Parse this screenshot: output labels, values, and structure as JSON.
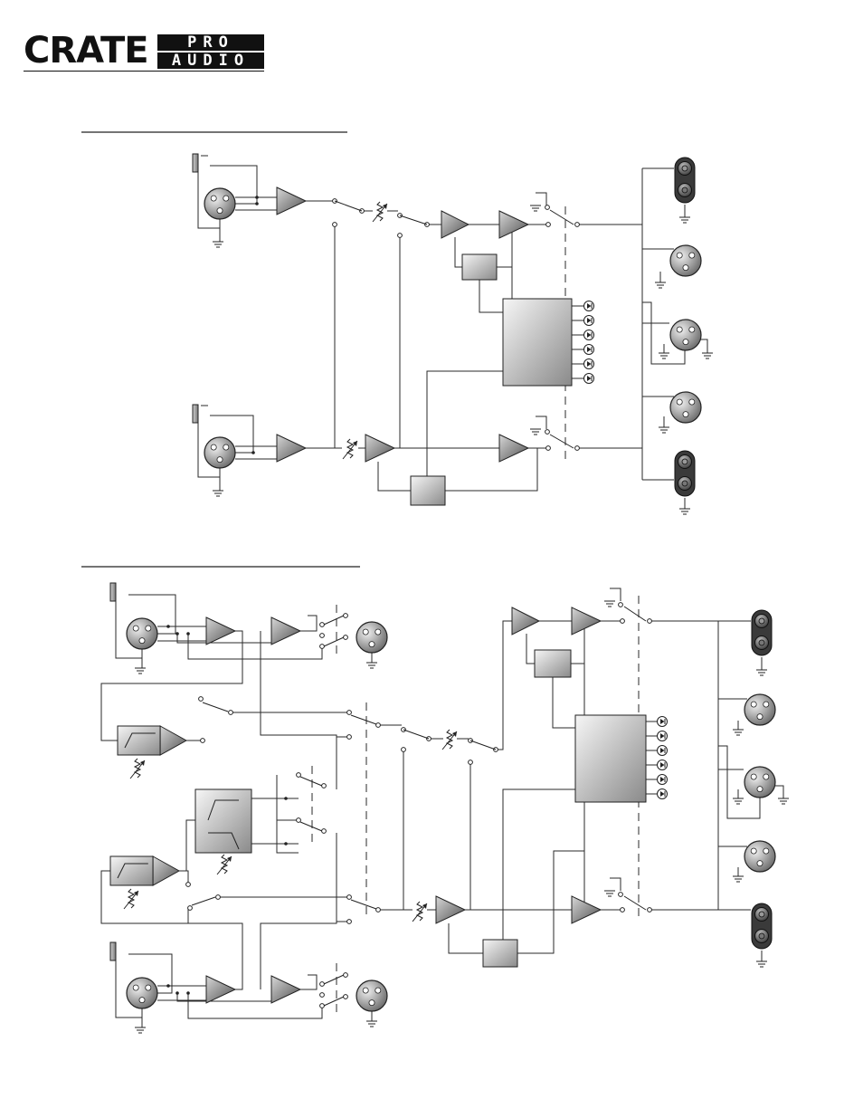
{
  "logo": {
    "main": "CRATE",
    "top": "PRO",
    "bottom": "AUDIO"
  },
  "colors": {
    "line": "#2a2a2a",
    "amp_dark": "#5e5e5e",
    "amp_light": "#d0d0d0",
    "block_light": "#f2f2f2",
    "block_dark": "#8f8f8f",
    "connector_light": "#e6e6e6",
    "connector_dark": "#555555"
  },
  "icons": [
    "xlr-connector-icon",
    "trs-jack-icon",
    "amplifier-icon",
    "ground-icon",
    "potentiometer-icon",
    "switch-icon",
    "filter-block-icon",
    "output-arrow-icon"
  ]
}
